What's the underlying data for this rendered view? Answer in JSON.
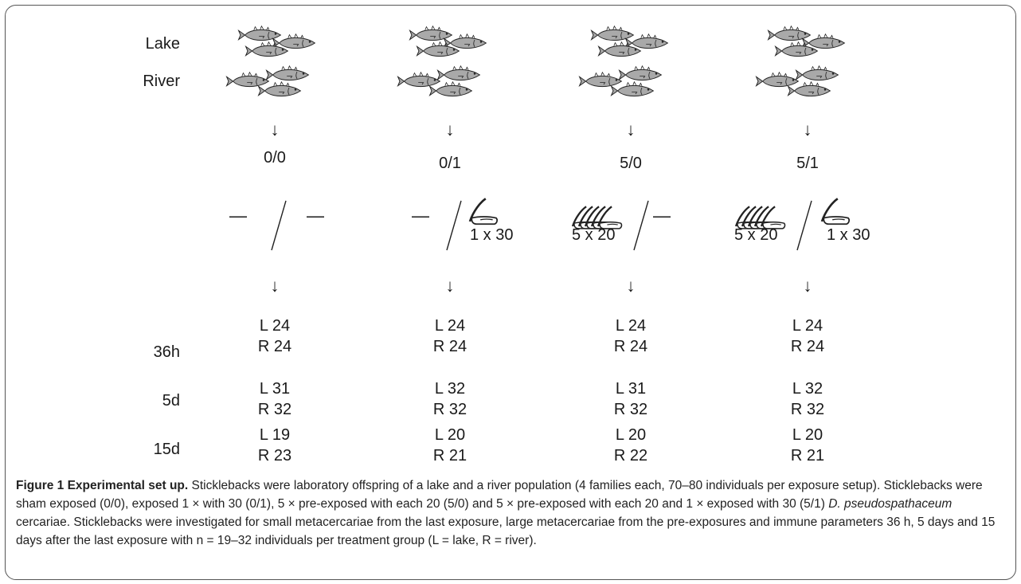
{
  "rows": {
    "lake": "Lake",
    "river": "River",
    "t36h": "36h",
    "t5d": "5d",
    "t15d": "15d"
  },
  "columns": [
    {
      "code": "0/0",
      "left_label": "",
      "right_label": "",
      "pre_exposed": false,
      "exposed": false,
      "h36": [
        "L 24",
        "R 24"
      ],
      "d5": [
        "L 31",
        "R 32"
      ],
      "d15": [
        "L 19",
        "R 23"
      ]
    },
    {
      "code": "0/1",
      "left_label": "",
      "right_label": "1 x 30",
      "pre_exposed": false,
      "exposed": true,
      "h36": [
        "L 24",
        "R 24"
      ],
      "d5": [
        "L 32",
        "R 32"
      ],
      "d15": [
        "L 20",
        "R 21"
      ]
    },
    {
      "code": "5/0",
      "left_label": "5 x 20",
      "right_label": "",
      "pre_exposed": true,
      "exposed": false,
      "h36": [
        "L 24",
        "R 24"
      ],
      "d5": [
        "L 31",
        "R 32"
      ],
      "d15": [
        "L 20",
        "R 22"
      ]
    },
    {
      "code": "5/1",
      "left_label": "5 x 20",
      "right_label": "1 x 30",
      "pre_exposed": true,
      "exposed": true,
      "h36": [
        "L 24",
        "R 24"
      ],
      "d5": [
        "L 32",
        "R 32"
      ],
      "d15": [
        "L 20",
        "R 21"
      ]
    }
  ],
  "arrow_glyph": "↓",
  "dash_glyph": "—",
  "icons": {
    "fish": "fish-icon",
    "cercaria": "cercaria-icon"
  },
  "caption": {
    "bold": "Figure 1 Experimental set up.",
    "text_1": " Sticklebacks were laboratory offspring of a lake and a river population (4 families each, 70–80 individuals per exposure setup). Sticklebacks were sham exposed (0/0), exposed 1 × with 30 (0/1), 5 × pre-exposed with each 20 (5/0) and 5 × pre-exposed with each 20 and 1 × exposed with 30 (5/1) ",
    "italic": "D. pseudospathaceum",
    "text_2": " cercariae. Sticklebacks were investigated for small metacercariae from the last exposure, large metacercariae from the pre-exposures and immune parameters 36 h, 5 days and 15 days after the last exposure with n = 19–32 individuals per treatment group (L = lake, R = river)."
  }
}
